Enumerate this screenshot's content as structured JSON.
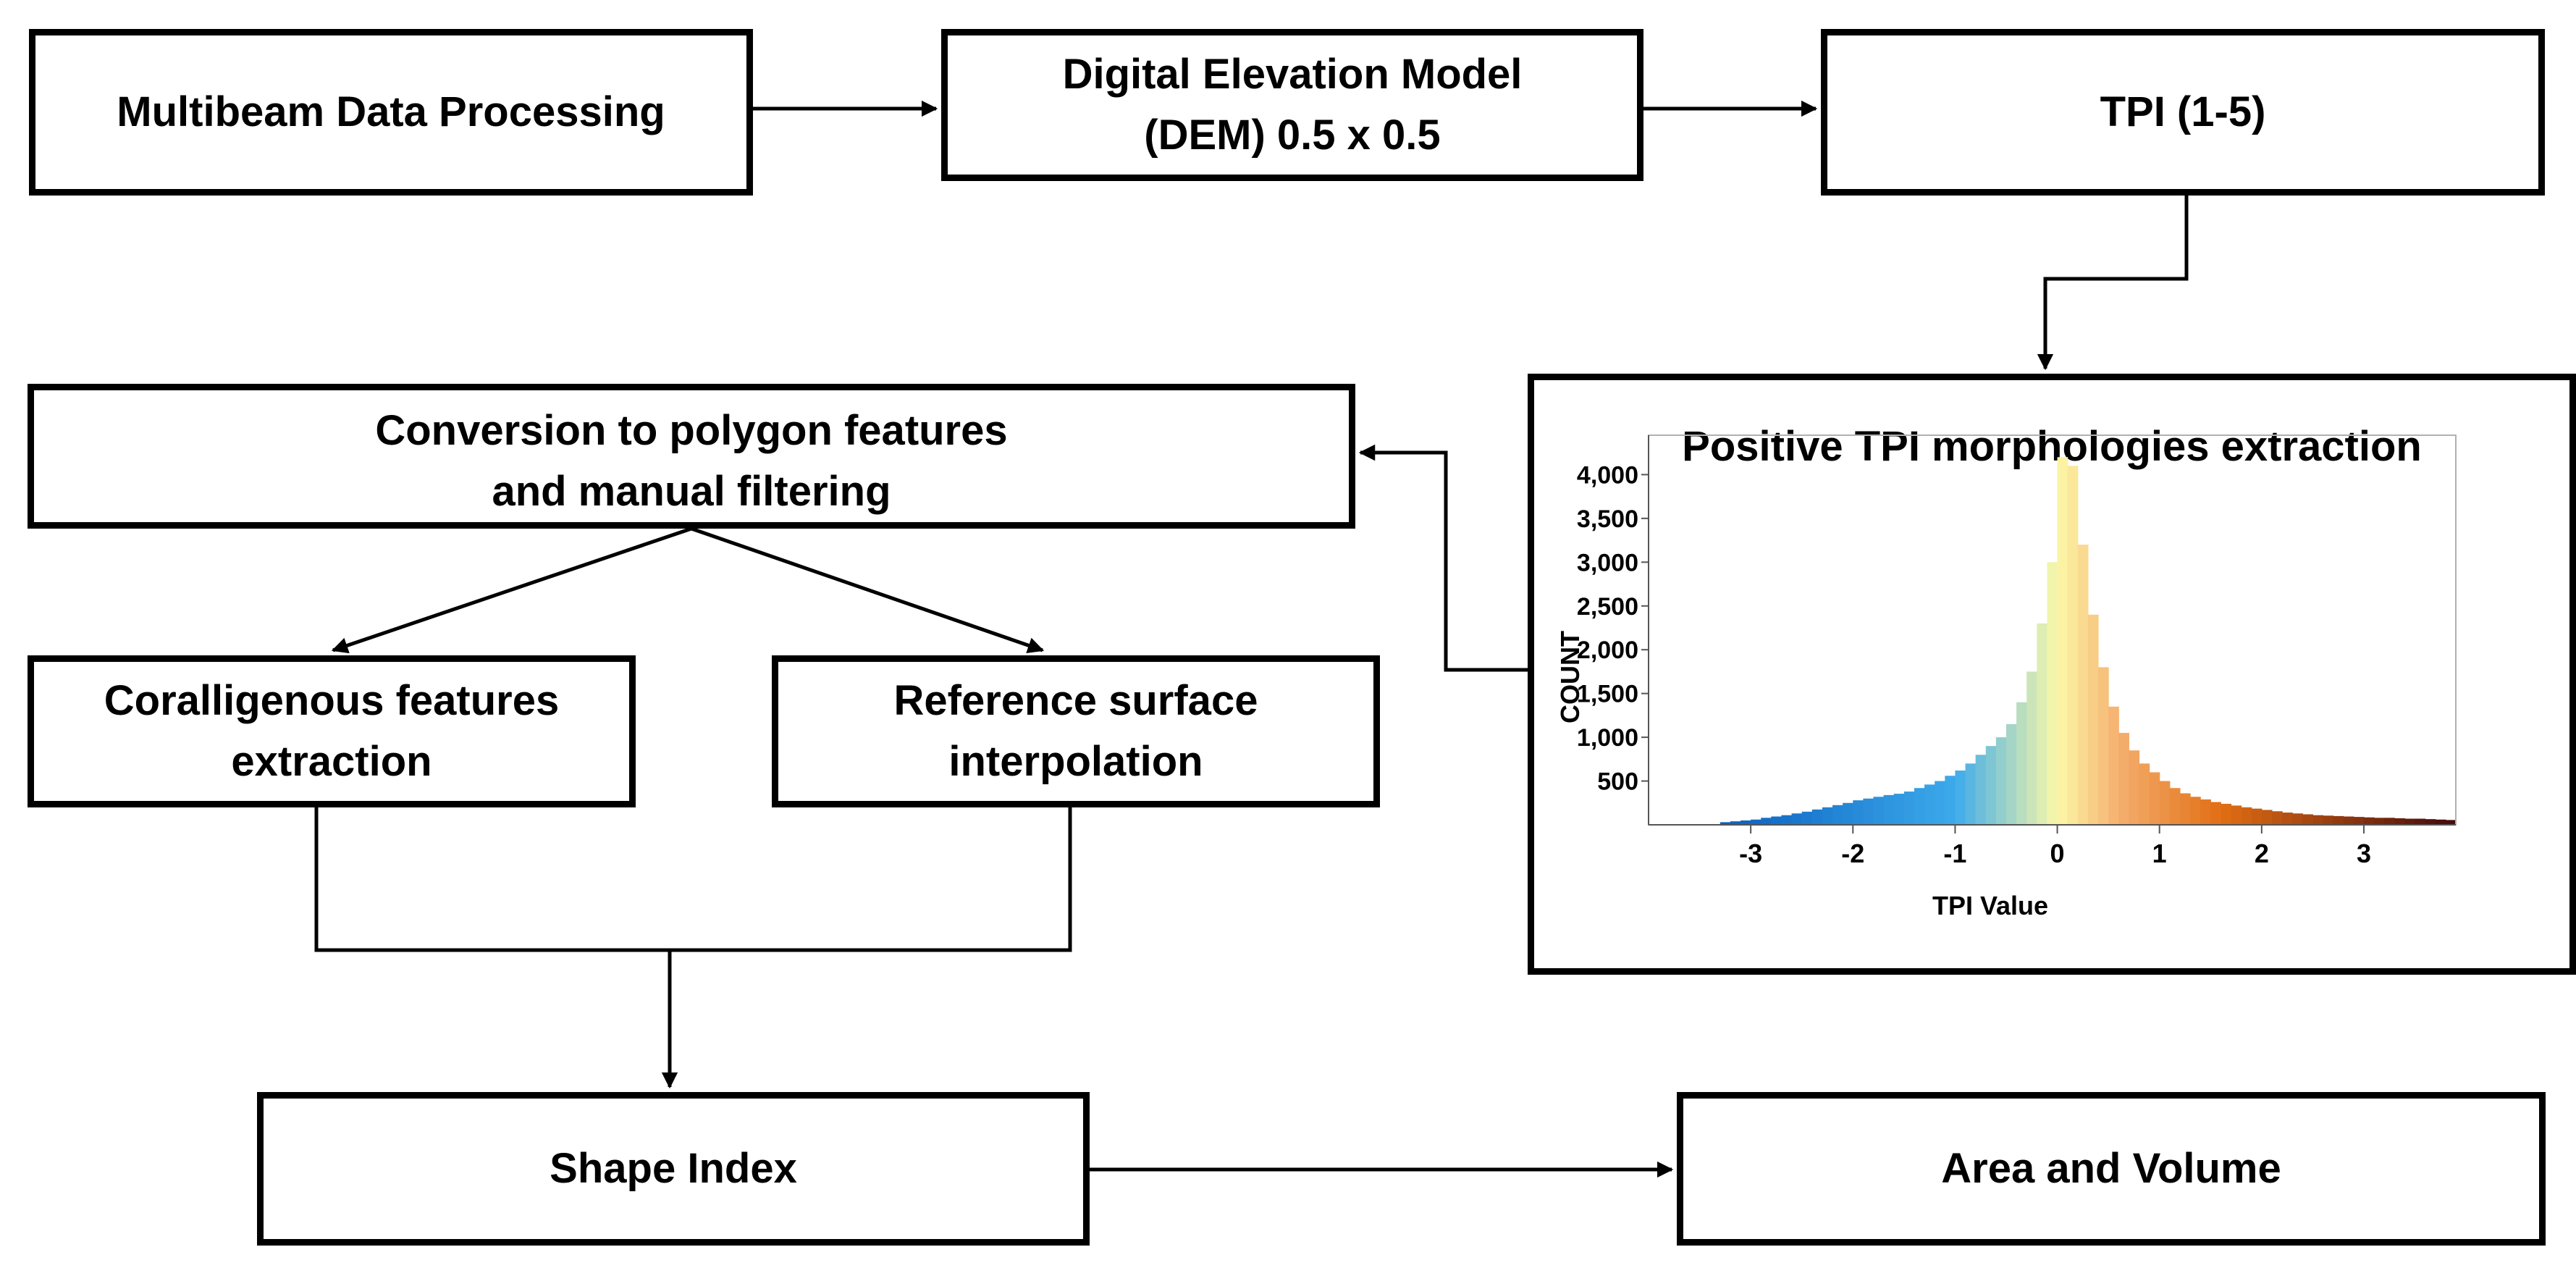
{
  "boxes": {
    "multibeam": "Multibeam Data Processing",
    "dem": "Digital Elevation Model\n(DEM) 0.5 x 0.5",
    "tpi": "TPI (1-5)",
    "positive": "Positive TPI morphologies extraction",
    "conversion": "Conversion to polygon features\nand manual filtering",
    "coralligenous": "Coralligenous features\nextraction",
    "reference": "Reference surface\ninterpolation",
    "shape_index": "Shape Index",
    "area_volume": "Area and Volume"
  },
  "chart_data": {
    "type": "bar",
    "title": "",
    "xlabel": "TPI Value",
    "ylabel": "COUNT",
    "x_ticks": [
      "-3",
      "-2",
      "-1",
      "0",
      "1",
      "2",
      "3"
    ],
    "y_ticks": [
      "500",
      "1,000",
      "1,500",
      "2,000",
      "2,500",
      "3,000",
      "3,500",
      "4,000"
    ],
    "xlim": [
      -4,
      3.9
    ],
    "ylim": [
      0,
      4450
    ],
    "bin_width": 0.1,
    "colors": {
      "low": "#0a5fbf",
      "mid": "#fbf9a8",
      "high": "#4a0c0c"
    },
    "bins": [
      [
        -3.3,
        30
      ],
      [
        -3.2,
        40
      ],
      [
        -3.1,
        50
      ],
      [
        -3.0,
        60
      ],
      [
        -2.9,
        80
      ],
      [
        -2.8,
        95
      ],
      [
        -2.7,
        110
      ],
      [
        -2.6,
        130
      ],
      [
        -2.5,
        150
      ],
      [
        -2.4,
        175
      ],
      [
        -2.3,
        200
      ],
      [
        -2.2,
        225
      ],
      [
        -2.1,
        250
      ],
      [
        -2.0,
        280
      ],
      [
        -1.9,
        300
      ],
      [
        -1.8,
        320
      ],
      [
        -1.7,
        340
      ],
      [
        -1.6,
        355
      ],
      [
        -1.5,
        380
      ],
      [
        -1.4,
        420
      ],
      [
        -1.3,
        460
      ],
      [
        -1.2,
        500
      ],
      [
        -1.1,
        560
      ],
      [
        -1.0,
        620
      ],
      [
        -0.9,
        700
      ],
      [
        -0.8,
        800
      ],
      [
        -0.7,
        900
      ],
      [
        -0.6,
        1000
      ],
      [
        -0.5,
        1150
      ],
      [
        -0.4,
        1400
      ],
      [
        -0.3,
        1750
      ],
      [
        -0.2,
        2300
      ],
      [
        -0.1,
        3000
      ],
      [
        0.0,
        4200
      ],
      [
        0.1,
        4100
      ],
      [
        0.2,
        3200
      ],
      [
        0.3,
        2400
      ],
      [
        0.4,
        1800
      ],
      [
        0.5,
        1350
      ],
      [
        0.6,
        1050
      ],
      [
        0.7,
        850
      ],
      [
        0.8,
        700
      ],
      [
        0.9,
        600
      ],
      [
        1.0,
        500
      ],
      [
        1.1,
        420
      ],
      [
        1.2,
        360
      ],
      [
        1.3,
        320
      ],
      [
        1.4,
        290
      ],
      [
        1.5,
        260
      ],
      [
        1.6,
        240
      ],
      [
        1.7,
        220
      ],
      [
        1.8,
        200
      ],
      [
        1.9,
        185
      ],
      [
        2.0,
        170
      ],
      [
        2.1,
        155
      ],
      [
        2.2,
        140
      ],
      [
        2.3,
        130
      ],
      [
        2.4,
        120
      ],
      [
        2.5,
        110
      ],
      [
        2.6,
        105
      ],
      [
        2.7,
        100
      ],
      [
        2.8,
        95
      ],
      [
        2.9,
        90
      ],
      [
        3.0,
        85
      ],
      [
        3.1,
        80
      ],
      [
        3.2,
        80
      ],
      [
        3.3,
        75
      ],
      [
        3.4,
        70
      ],
      [
        3.5,
        70
      ],
      [
        3.6,
        65
      ],
      [
        3.7,
        60
      ],
      [
        3.8,
        55
      ]
    ]
  }
}
